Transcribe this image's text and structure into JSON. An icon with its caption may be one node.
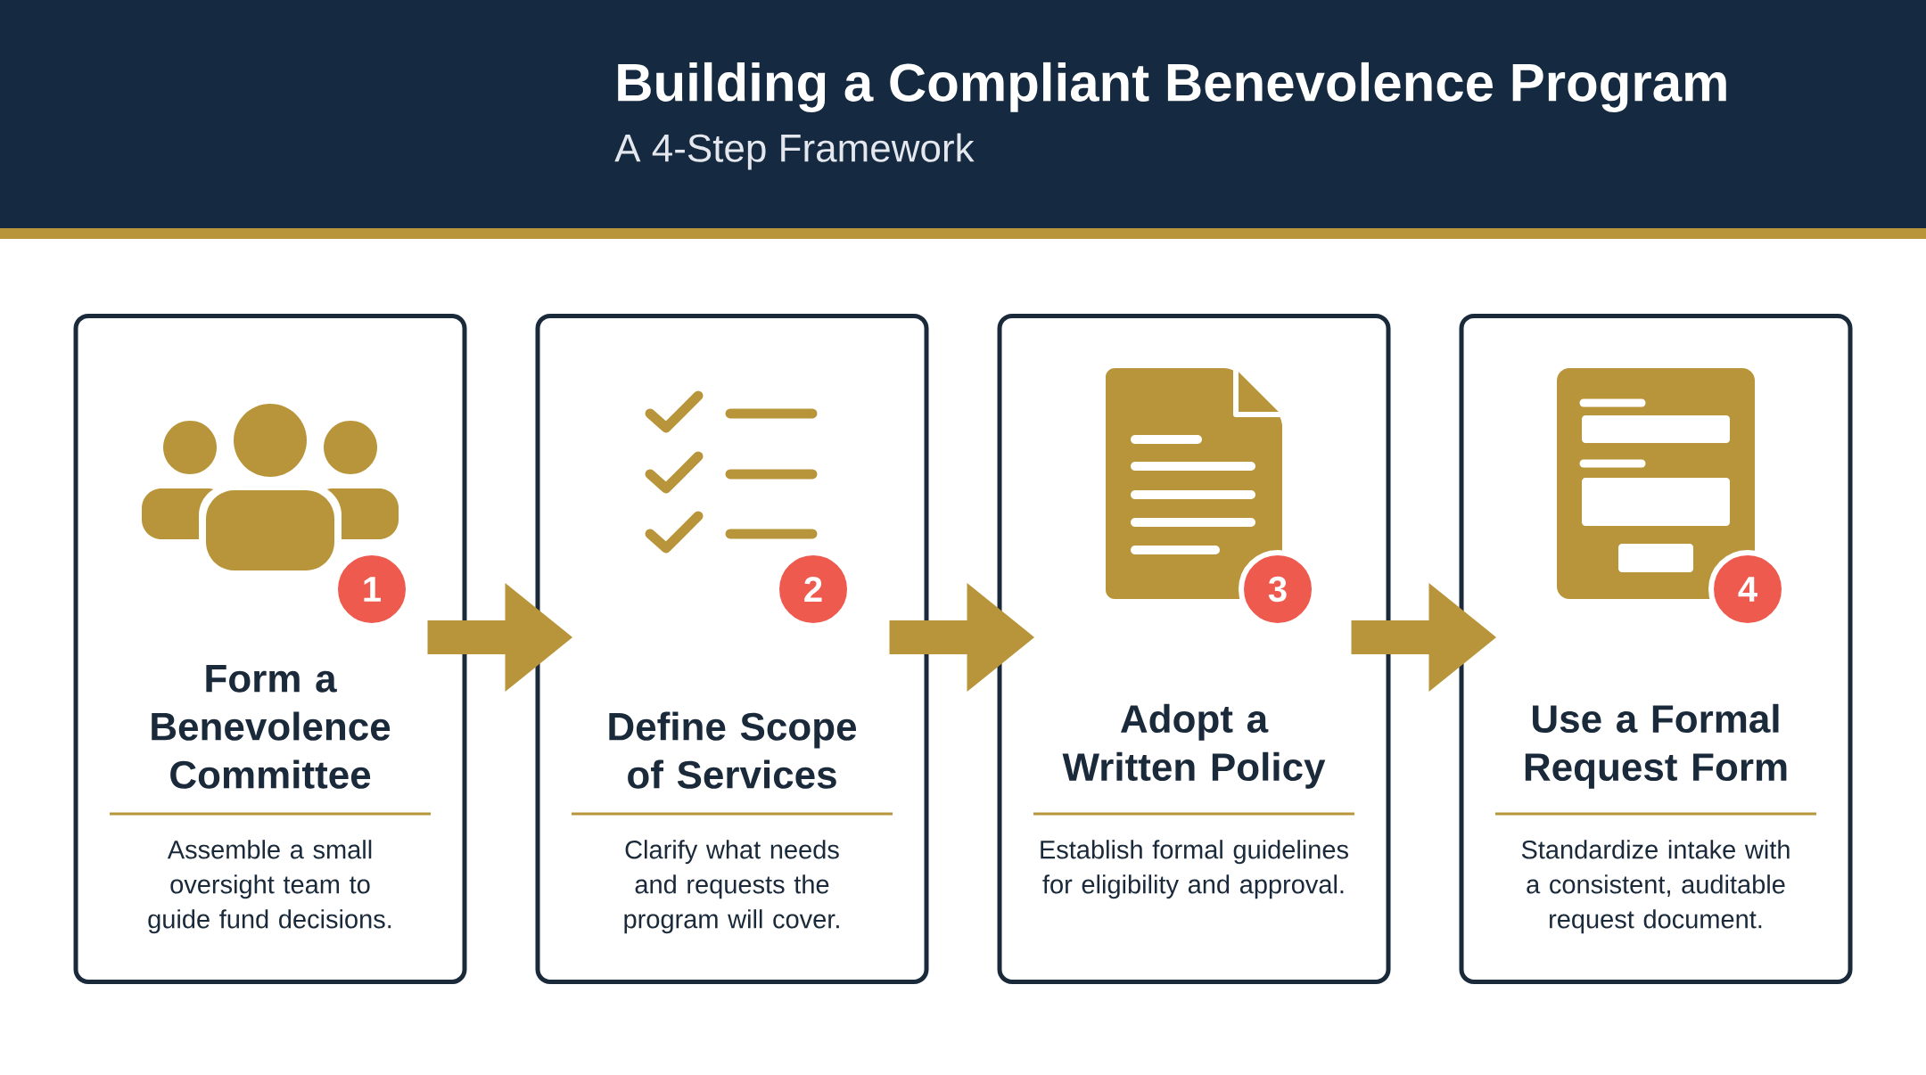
{
  "diagram": {
    "title": "Building a Compliant Benevolence Program",
    "caption": "A 4-Step Framework",
    "nodes": [
      {
        "text": [
          "Form a Benevolence Committee",
          "Assemble a small oversight team to guide fund decisions."
        ]
      },
      {
        "text": [
          "1"
        ],
        "in": 0
      },
      {
        "text": [
          "Define Scope of Services",
          "Clarify what needs and requests the program will cover."
        ]
      },
      {
        "text": [
          "2"
        ],
        "in": 2
      },
      {
        "text": [
          "Adopt a Written Policy",
          "Establish formal guidelines for eligibility and approval."
        ]
      },
      {
        "text": [
          "3"
        ],
        "in": 4
      },
      {
        "text": [
          "Use a Formal Request Form",
          "Standardize intake with a consistent, auditable request document."
        ]
      },
      {
        "text": [
          "4"
        ],
        "in": 6
      }
    ],
    "edges": [
      {
        "from": 0,
        "to": 2,
        "arrow": "to"
      },
      {
        "from": 2,
        "to": 4,
        "arrow": "to"
      },
      {
        "from": 4,
        "to": 6,
        "arrow": "to"
      }
    ]
  }
}
